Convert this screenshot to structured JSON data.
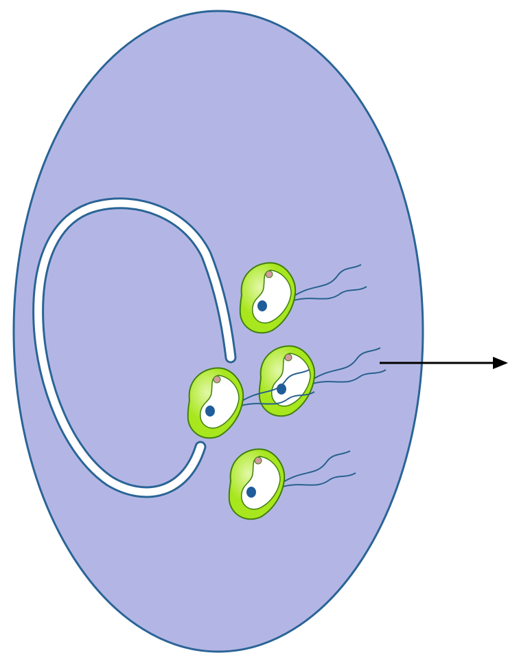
{
  "diagram": {
    "colors": {
      "background": "#ffffff",
      "cell_fill": "#b3b6e4",
      "cell_outline": "#2a6496",
      "membrane_fill": "#ffffff",
      "membrane_outline": "#2a6496",
      "organism_fill": "#a8e61e",
      "organism_highlight": "#e2f8a8",
      "organism_outline": "#3f7f10",
      "nucleus": "#1f5d9a",
      "granule": "#d49aa0",
      "flagella": "#27608e",
      "arrow": "#000000"
    },
    "elements": {
      "cell": "large-oval-cell",
      "membrane": "open-ring-membrane",
      "organisms": [
        "flagellate-cell",
        "flagellate-cell",
        "flagellate-cell",
        "flagellate-cell"
      ],
      "pointer": "right-arrow"
    }
  }
}
